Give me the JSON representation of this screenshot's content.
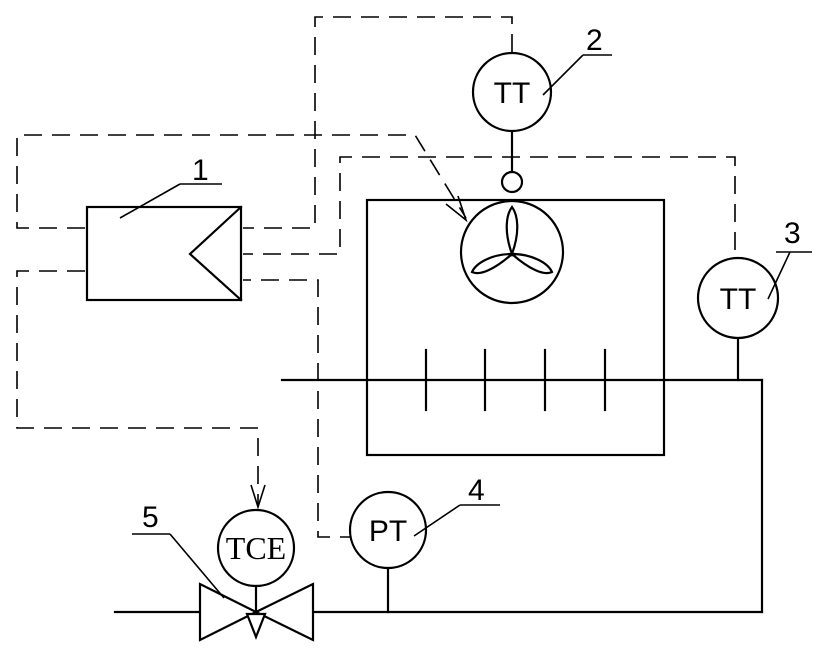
{
  "instruments": {
    "tt_top": {
      "label": "TT",
      "number": "2"
    },
    "tt_right": {
      "label": "TT",
      "number": "3"
    },
    "pt": {
      "label": "PT",
      "number": "4"
    },
    "tce": {
      "label": "TCE"
    }
  },
  "controller": {
    "number": "1"
  },
  "valve": {
    "number": "5"
  }
}
